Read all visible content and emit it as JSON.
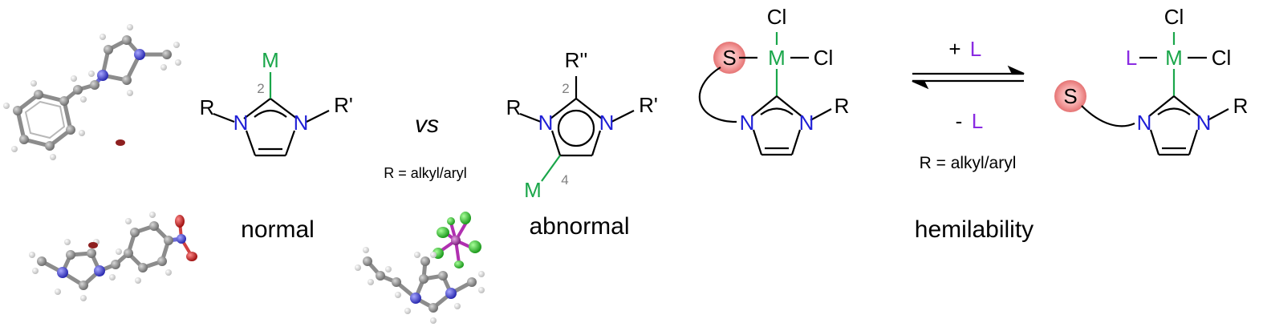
{
  "colors": {
    "black": "#000000",
    "nitrogen": "#1f1fd6",
    "metal": "#1aa64a",
    "ligand": "#8a2be2",
    "locant": "#808080",
    "sulfur_glow": "#f08080",
    "carbon_atom": "#8c8c8c",
    "oxygen_atom": "#d42020",
    "fluorine_atom": "#33cc33",
    "phosphorus_atom": "#b030b0"
  },
  "labels": {
    "caption_normal": "normal",
    "caption_abnormal": "abnormal",
    "caption_hemilability": "hemilability",
    "vs": "vs",
    "r_def_1": "R = alkyl/aryl",
    "r_def_2": "R = alkyl/aryl"
  },
  "normal": {
    "metal": "M",
    "n": "N",
    "r_left": "R",
    "r_right": "R'",
    "locant": "2"
  },
  "abnormal": {
    "top_sub": "R''",
    "metal": "M",
    "n": "N",
    "r_left": "R",
    "r_right": "R'",
    "locant_2": "2",
    "locant_4": "4"
  },
  "hemi_left": {
    "cl_top": "Cl",
    "cl_right": "Cl",
    "metal": "M",
    "sulfur": "S",
    "n": "N",
    "r": "R"
  },
  "hemi_right": {
    "cl_top": "Cl",
    "cl_right": "Cl",
    "metal": "M",
    "ligand": "L",
    "sulfur": "S",
    "n": "N",
    "r": "R"
  },
  "equilibrium": {
    "plus": "+",
    "minus": "-",
    "ligand": "L"
  }
}
